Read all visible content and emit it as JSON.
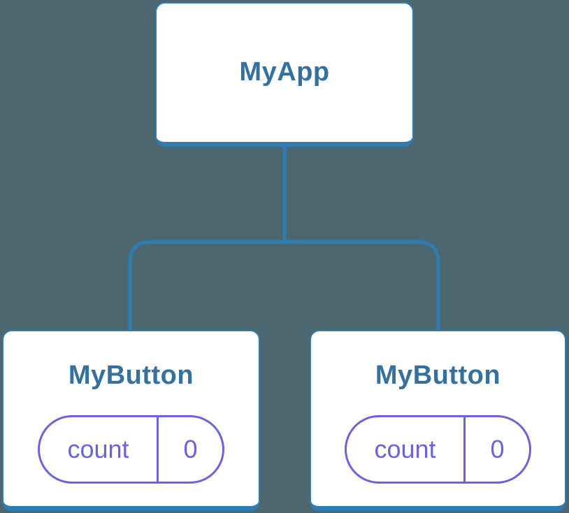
{
  "diagram": {
    "type": "component-tree",
    "root": {
      "label": "MyApp"
    },
    "children": [
      {
        "label": "MyButton",
        "state": {
          "name": "count",
          "value": "0"
        }
      },
      {
        "label": "MyButton",
        "state": {
          "name": "count",
          "value": "0"
        }
      }
    ]
  },
  "colors": {
    "background": "#4D6771",
    "connector": "#2E7CB4",
    "card_border": "#2E7CB4",
    "card_background": "#FFFFFF",
    "label_text": "#35719E",
    "state_accent": "#6A63DC"
  }
}
